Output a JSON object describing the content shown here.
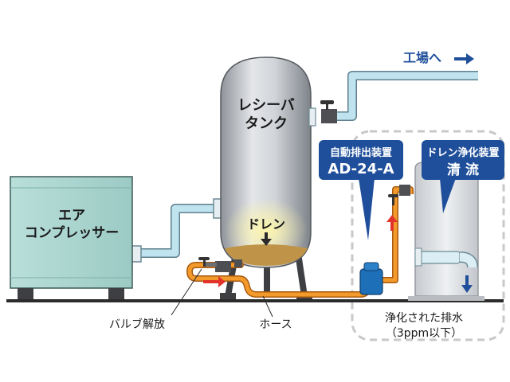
{
  "labels": {
    "to_factory": "工場へ",
    "tank_line1": "レシーバ",
    "tank_line2": "タンク",
    "drain": "ドレン",
    "compressor_line1": "エア",
    "compressor_line2": "コンプレッサー",
    "auto_drain_line1": "自動排出装置",
    "auto_drain_line2": "AD-24-A",
    "purifier_line1": "ドレン浄化装置",
    "purifier_line2": "清 流",
    "valve_open": "バルブ解放",
    "hose": "ホース",
    "purified_line1": "浄化された排水",
    "purified_line2": "（3ppm以下）"
  },
  "colors": {
    "pipe": "#bfe3ef",
    "hose": "#f39a2b",
    "compressor": "#a9d4cf",
    "tank": "#c4c7cc",
    "callout": "#1f4f9b",
    "arrow_red": "#e2332b",
    "arrow_blue": "#1f4f9b"
  }
}
